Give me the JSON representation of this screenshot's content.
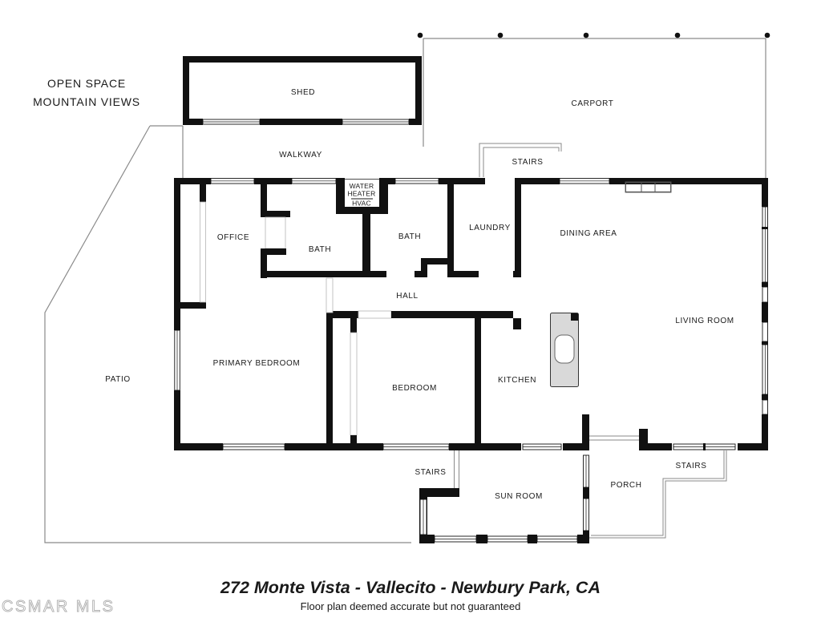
{
  "annotations": {
    "open_space_line1": "OPEN SPACE",
    "open_space_line2": "MOUNTAIN VIEWS"
  },
  "rooms": {
    "shed": "SHED",
    "carport": "CARPORT",
    "walkway": "WALKWAY",
    "stairs_carport": "STAIRS",
    "water_heater_line1": "WATER",
    "water_heater_line2": "HEATER",
    "hvac": "HVAC",
    "office": "OFFICE",
    "bath_1": "BATH",
    "bath_2": "BATH",
    "laundry": "LAUNDRY",
    "dining_area": "DINING AREA",
    "living_room": "LIVING ROOM",
    "hall": "HALL",
    "patio": "PATIO",
    "primary_bedroom": "PRIMARY BEDROOM",
    "bedroom": "BEDROOM",
    "kitchen": "KITCHEN",
    "stairs_sunroom": "STAIRS",
    "sun_room": "SUN ROOM",
    "porch": "PORCH",
    "stairs_porch": "STAIRS"
  },
  "footer": {
    "title": "272 Monte Vista - Vallecito - Newbury Park, CA",
    "disclaimer": "Floor plan deemed accurate but not guaranteed",
    "watermark": "CSMAR MLS"
  },
  "colors": {
    "wall": "#111111",
    "site_line": "#8a8a8a",
    "island_fill": "#d9d9d9"
  }
}
